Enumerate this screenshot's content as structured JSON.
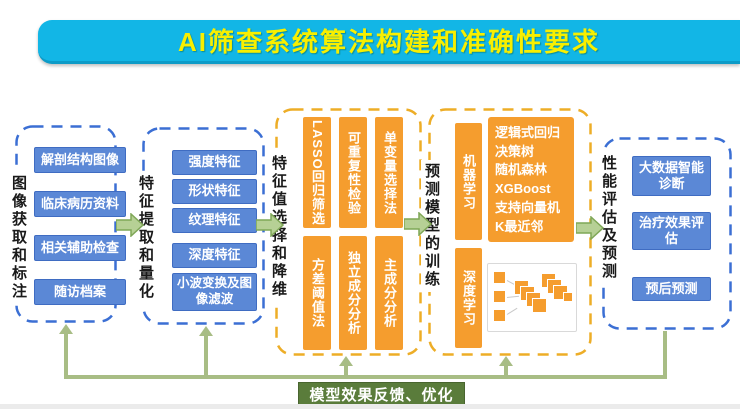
{
  "title": {
    "text": "AI筛查系统算法构建和准确性要求"
  },
  "colors": {
    "banner_bg": "#12b6e6",
    "banner_text": "#f8ef00",
    "blue_box": "#5b88d6",
    "blue_dash": "#3b6fd4",
    "orange_box": "#f59d2e",
    "orange_dash": "#edad27",
    "arrow_green_fill": "#b6d095",
    "arrow_green_stroke": "#7fa757",
    "feedback_line": "#a8bd85",
    "feedback_box_bg": "#5a7c3b"
  },
  "groups": [
    {
      "label": "图像获取和标注",
      "items": [
        "解剖结构图像",
        "临床病历资料",
        "相关辅助检查",
        "随访档案"
      ]
    },
    {
      "label": "特征提取和量化",
      "items": [
        "强度特征",
        "形状特征",
        "纹理特征",
        "深度特征",
        "小波变换及图像滤波"
      ]
    },
    {
      "label": "特征值选择和降维",
      "items": [
        "LASSO回归筛选",
        "可重复性检验",
        "单变量选择法",
        "方差阈值法",
        "独立成分分析",
        "主成分分析"
      ]
    },
    {
      "label": "预测模型的训练",
      "machine": {
        "label": "机器学习",
        "algorithms": [
          "逻辑式回归",
          "决策树",
          "随机森林",
          "XGBoost",
          "支持向量机",
          "K最近邻"
        ]
      },
      "deep": {
        "label": "深度学习",
        "diagram": "neural-network-illustration"
      }
    },
    {
      "label": "性能评估及预测",
      "items": [
        "大数据智能诊断",
        "治疗效果评估",
        "预后预测"
      ]
    }
  ],
  "feedback": {
    "label": "模型效果反馈、优化"
  }
}
